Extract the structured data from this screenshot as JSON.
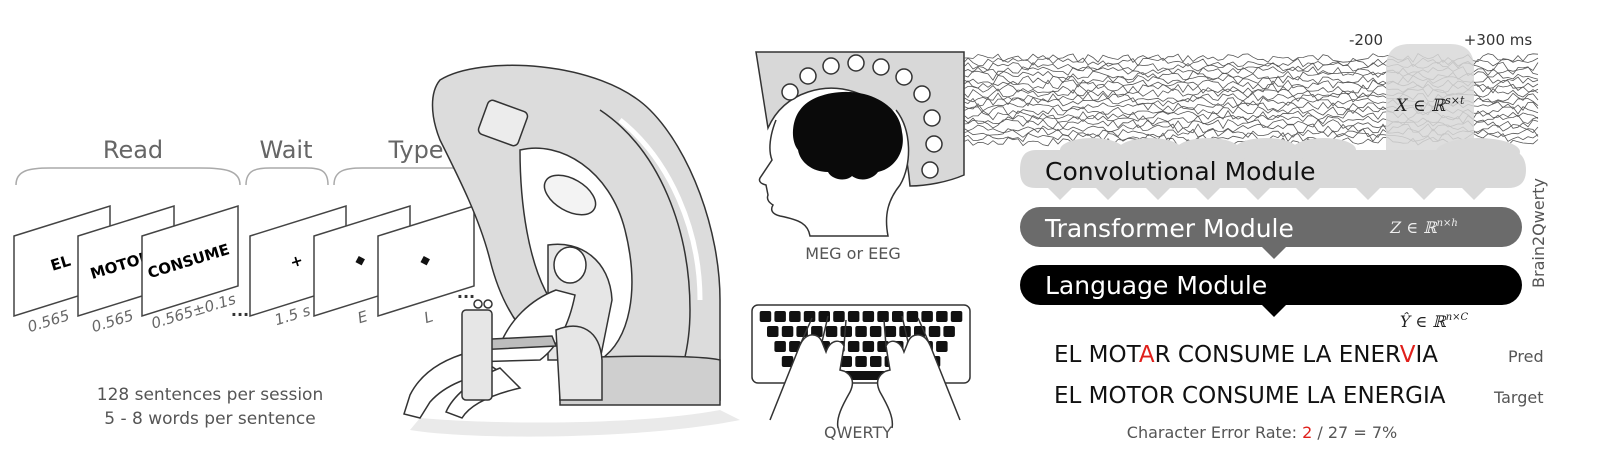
{
  "phases": {
    "read": "Read",
    "wait": "Wait",
    "type": "Type"
  },
  "cards": [
    {
      "word": "EL",
      "label": "0.565"
    },
    {
      "word": "MOTOR",
      "label": "0.565"
    },
    {
      "word": "CONSUME",
      "label": "0.565±0.1s"
    },
    {
      "word": "+",
      "label": "1.5 s"
    },
    {
      "word": "",
      "label": "E"
    },
    {
      "word": "",
      "label": "L"
    }
  ],
  "ellipsis": "...",
  "session_info": {
    "line1": "128 sentences per session",
    "line2": "5 - 8 words per sentence"
  },
  "recording": {
    "label": "MEG or EEG",
    "time_start": "-200",
    "time_end": "+300 ms",
    "x_formula": "X ∈ ℝ^{s×t}"
  },
  "keyboard": {
    "label": "QWERTY"
  },
  "modules": {
    "conv": "Convolutional Module",
    "transformer": "Transformer Module",
    "language": "Language Module",
    "z_formula": "Z ∈ ℝ^{n×h}",
    "y_formula": "Ŷ ∈ ℝ^{n×C}",
    "side_label": "Brain2Qwerty"
  },
  "prediction": {
    "segments": [
      {
        "text": "EL MOT",
        "error": false
      },
      {
        "text": "A",
        "error": true
      },
      {
        "text": "R CONSUME LA ENER",
        "error": false
      },
      {
        "text": "V",
        "error": true
      },
      {
        "text": "IA",
        "error": false
      }
    ],
    "tag": "Pred"
  },
  "target": {
    "text": "EL MOTOR CONSUME LA ENERGIA",
    "tag": "Target"
  },
  "cer": {
    "prefix": "Character Error Rate: ",
    "errors": "2",
    "rest": " / 27 = 7%"
  },
  "colors": {
    "error": "#e0201b",
    "conv": "#d9d9d9",
    "transformer": "#6b6b6b",
    "language": "#000000",
    "device": "#dcdcdc"
  }
}
